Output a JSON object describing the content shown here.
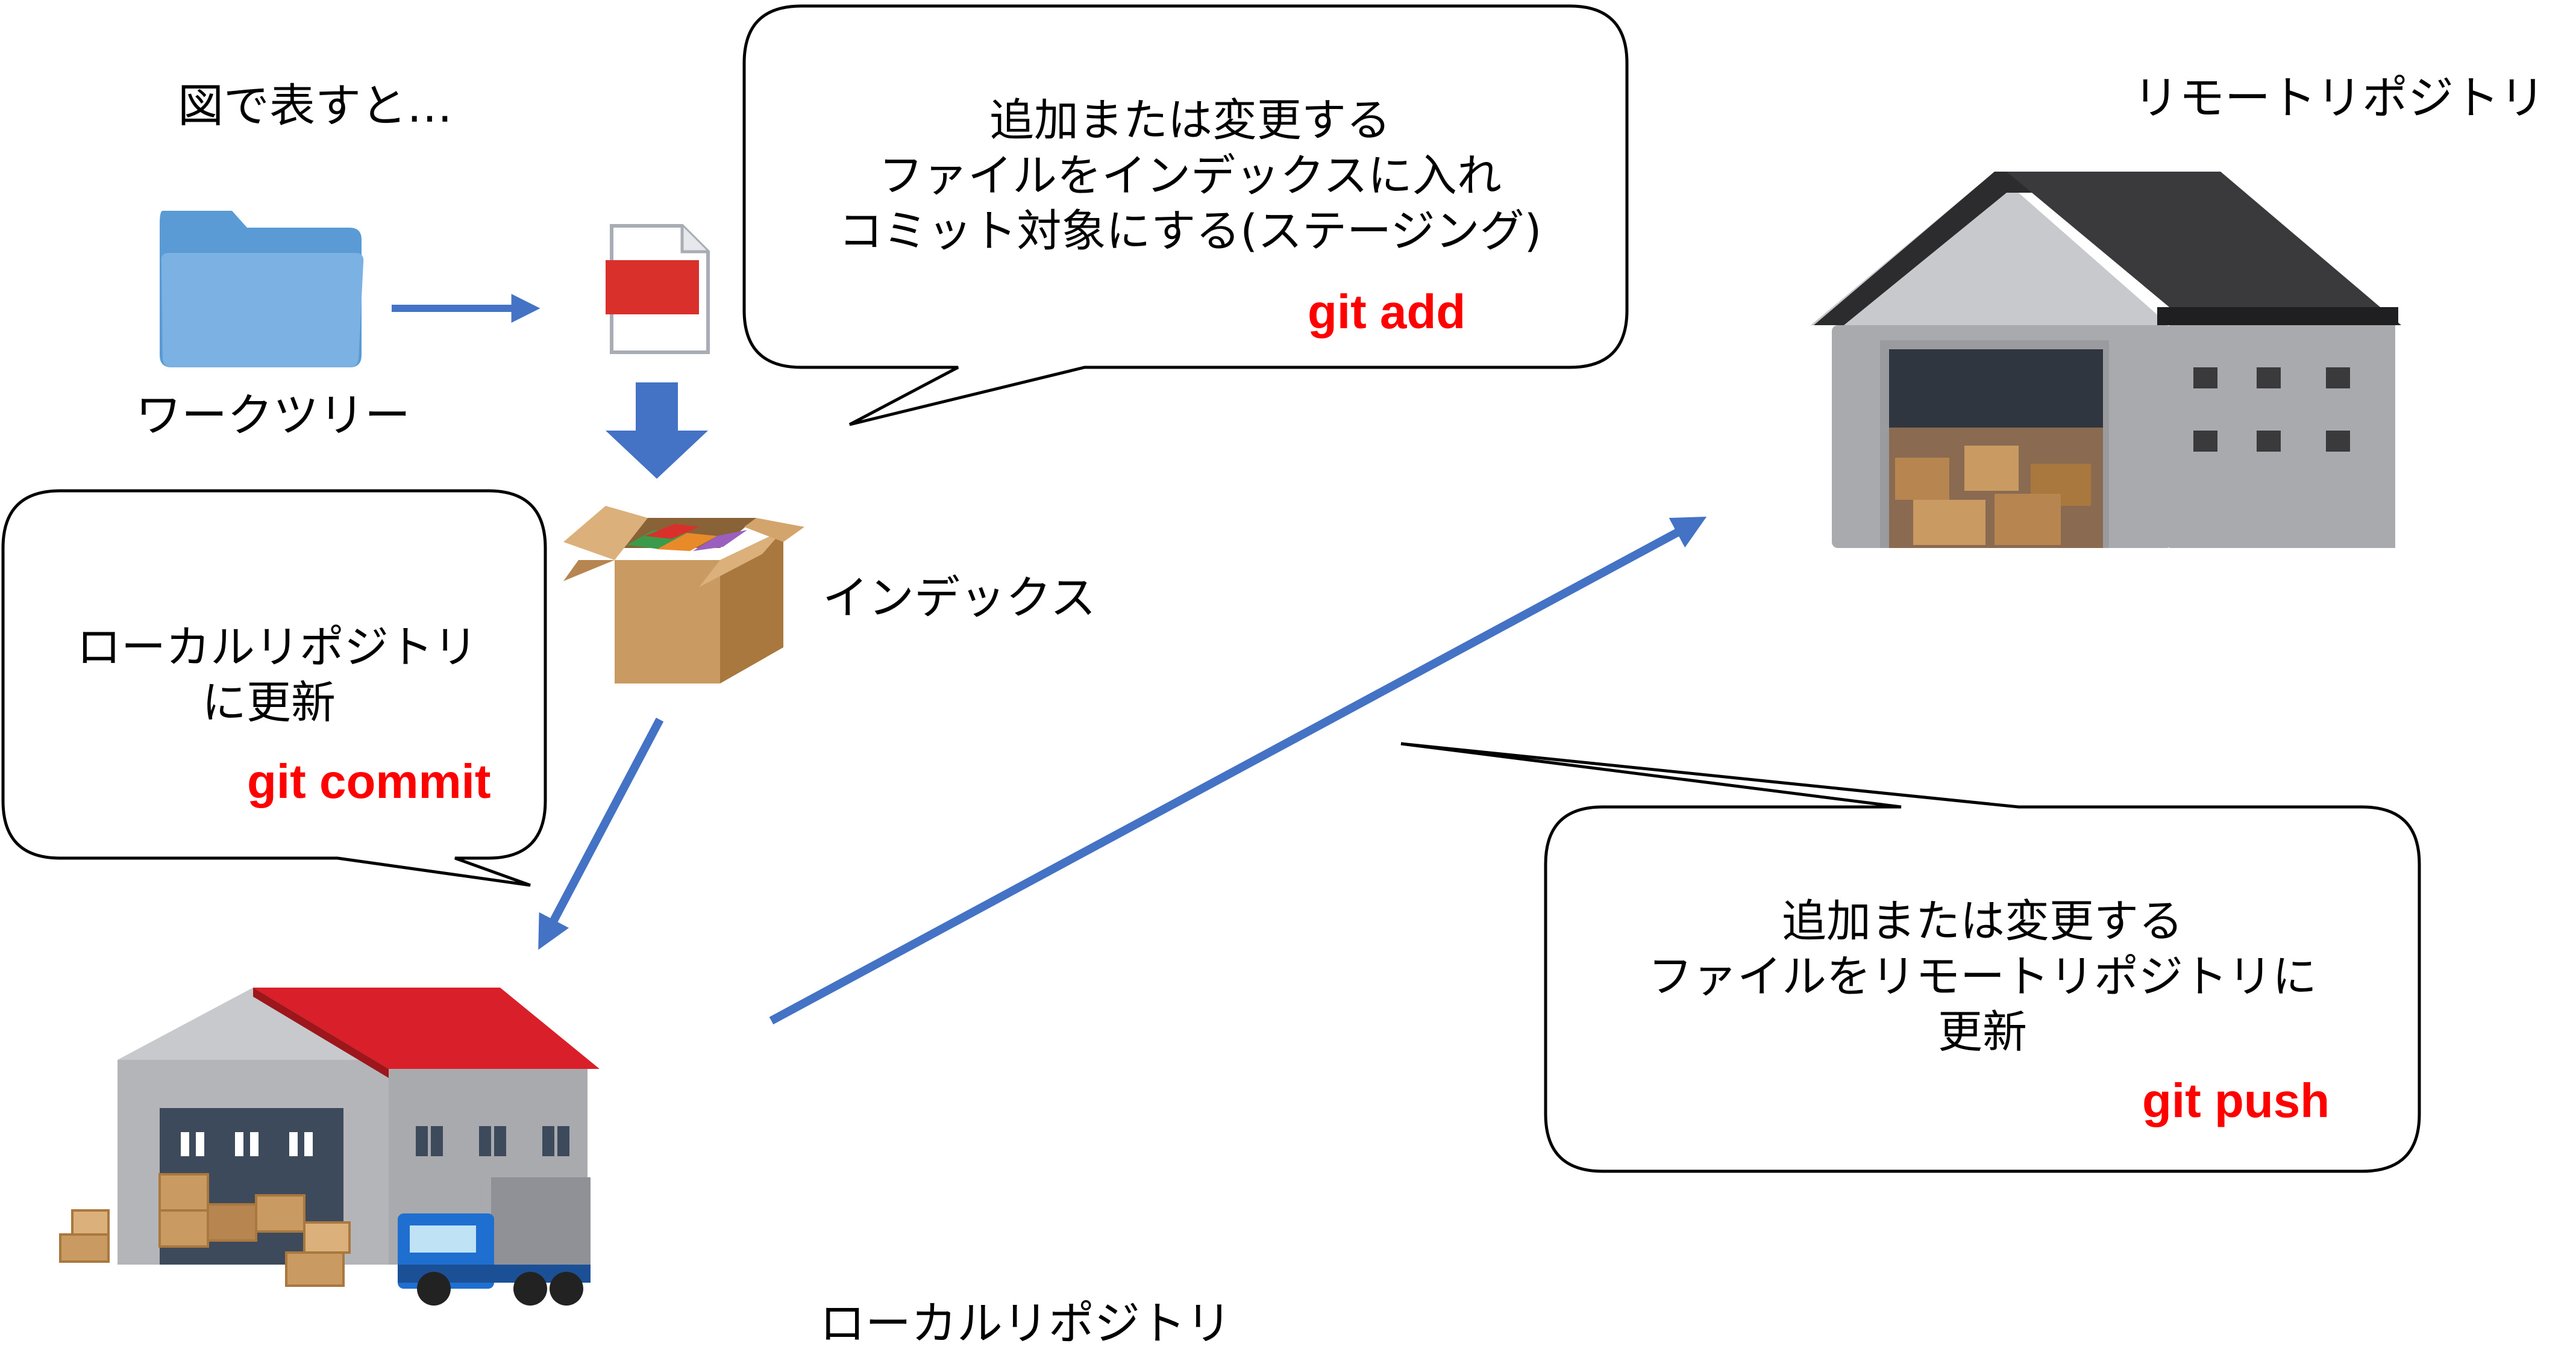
{
  "heading": "図で表すと…",
  "worktree_label": "ワークツリー",
  "index_label": "インデックス",
  "local_repo_label": "ローカルリポジトリ",
  "remote_repo_label": "リモートリポジトリ",
  "bubble_add": {
    "lines": [
      "追加または変更する",
      "ファイルをインデックスに入れ",
      "コミット対象にする(ステージング)"
    ],
    "command": "git add"
  },
  "bubble_commit": {
    "lines": [
      "ローカルリポジトリ",
      "に更新"
    ],
    "command": "git commit"
  },
  "bubble_push": {
    "lines": [
      "追加または変更する",
      "ファイルをリモートリポジトリに",
      "更新"
    ],
    "command": "git push"
  },
  "colors": {
    "arrow": "#4472c4",
    "command": "#ff0000",
    "folder": "#5b9bd5",
    "local_roof": "#d9202a",
    "remote_roof": "#3a3a3c",
    "building_wall": "#a9aaad",
    "box": "#c99a62"
  },
  "icons": [
    "folder-icon",
    "document-icon",
    "cardboard-box-icon",
    "warehouse-red-roof-icon",
    "truck-icon",
    "warehouse-dark-roof-icon"
  ]
}
